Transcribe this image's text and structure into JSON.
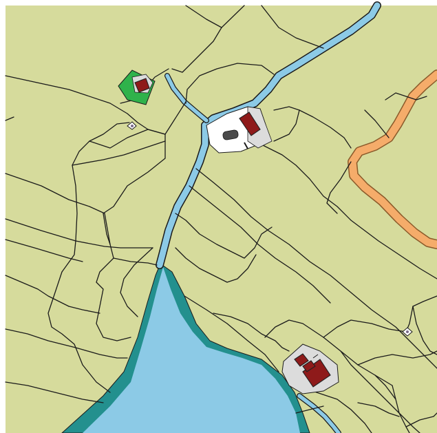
{
  "map": {
    "colors": {
      "land": "#d6db9c",
      "water": "#8ccae6",
      "shore": "#23908e",
      "stream": "#8ccae6",
      "road": "#f5ac6a",
      "yard": "#ffffff",
      "pavement": "#dcdcdc",
      "green_plot": "#2fb24b",
      "building": "#8e1a1a",
      "shed": "#4a4a4a"
    },
    "features": [
      "lake",
      "stream",
      "road",
      "farmsteads",
      "parcel-boundaries",
      "point-markers"
    ]
  }
}
